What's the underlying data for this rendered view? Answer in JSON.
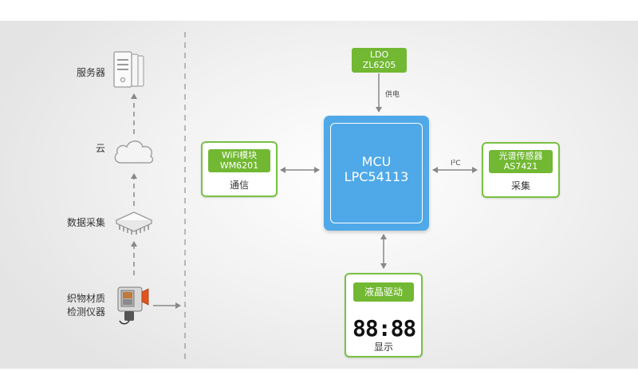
{
  "left_column": {
    "server_label": "服务器",
    "cloud_label": "云",
    "data_collect_label": "数据采集",
    "instrument_label_line1": "织物材质",
    "instrument_label_line2": "检测仪器"
  },
  "ldo": {
    "line1": "LDO",
    "line2": "ZL6205",
    "power_label": "供电"
  },
  "wifi": {
    "line1": "WiFi模块",
    "line2": "WM6201",
    "caption": "通信"
  },
  "mcu": {
    "line1": "MCU",
    "line2": "LPC54113"
  },
  "spectral": {
    "line1": "光谱传感器",
    "line2": "AS7421",
    "caption": "采集",
    "bus_label": "I²C"
  },
  "lcd": {
    "tag": "液晶驱动",
    "digits": "88:88",
    "caption": "显示"
  },
  "colors": {
    "green_border": "#7ac143",
    "green_tag": "#72b833",
    "mcu_blue": "#4fa9e8",
    "arrow_gray": "#888888"
  },
  "icons": [
    "server-icon",
    "cloud-icon",
    "chip-icon",
    "instrument-icon"
  ]
}
